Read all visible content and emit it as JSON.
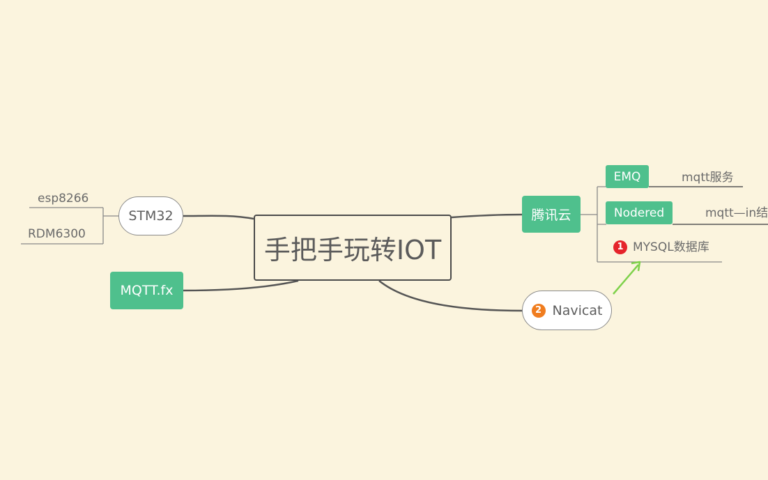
{
  "central": {
    "title": "手把手玩转IOT"
  },
  "left": {
    "stm32": {
      "label": "STM32",
      "children": [
        "esp8266",
        "RDM6300"
      ]
    },
    "mqttfx": {
      "label": "MQTT.fx"
    }
  },
  "right": {
    "tencent": {
      "label": "腾讯云",
      "children": [
        {
          "label": "EMQ",
          "sub": "mqtt服务"
        },
        {
          "label": "Nodered",
          "sub": "mqtt—in结"
        },
        {
          "label": "MYSQL数据库",
          "badge": "1",
          "badge_color": "#e5242b"
        }
      ]
    },
    "navicat": {
      "label": "Navicat",
      "badge": "2",
      "badge_color": "#f07d1f"
    }
  },
  "colors": {
    "background": "#fbf4de",
    "green": "#4fc08d",
    "arrow": "#7ed14a",
    "line": "#555555"
  }
}
